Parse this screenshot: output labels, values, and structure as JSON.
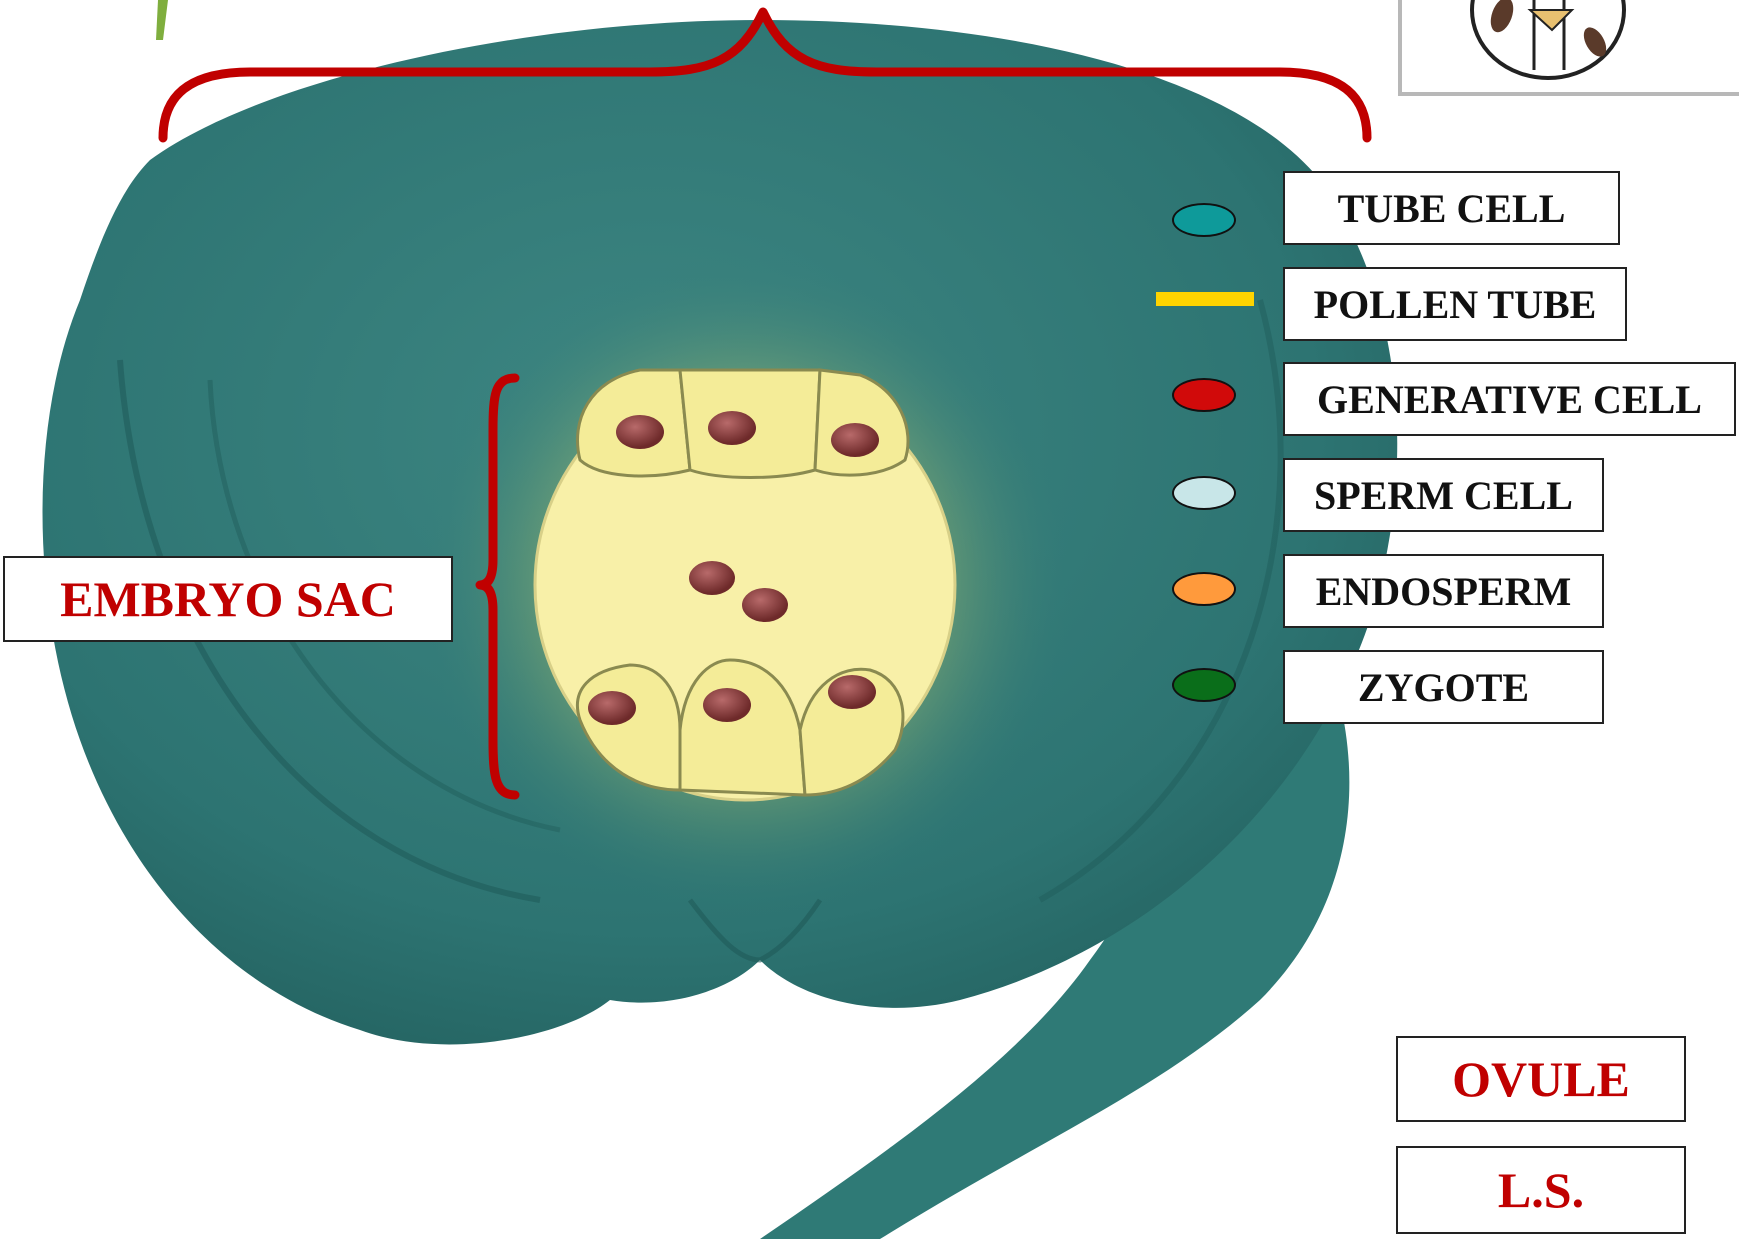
{
  "structure_labels": {
    "embryo_sac": "EMBRYO SAC",
    "ovule": "OVULE",
    "section": "L.S."
  },
  "legend": [
    {
      "label": "TUBE CELL",
      "swatch": "ellipse",
      "color": "#0e9a9a"
    },
    {
      "label": "POLLEN TUBE",
      "swatch": "bar",
      "color": "#ffd400"
    },
    {
      "label": "GENERATIVE CELL",
      "swatch": "ellipse",
      "color": "#d10a0a"
    },
    {
      "label": "SPERM CELL",
      "swatch": "ellipse",
      "color": "#c8e6e8"
    },
    {
      "label": "ENDOSPERM",
      "swatch": "ellipse",
      "color": "#ff9a3c"
    },
    {
      "label": "ZYGOTE",
      "swatch": "ellipse",
      "color": "#0a6e1a"
    }
  ],
  "colors": {
    "ovule_tissue": "#2f7a76",
    "embryo_sac_fill": "#f8f0a8",
    "nucleus": "#8a3a3a",
    "bracket": "#c00000",
    "label_red": "#c00000"
  }
}
